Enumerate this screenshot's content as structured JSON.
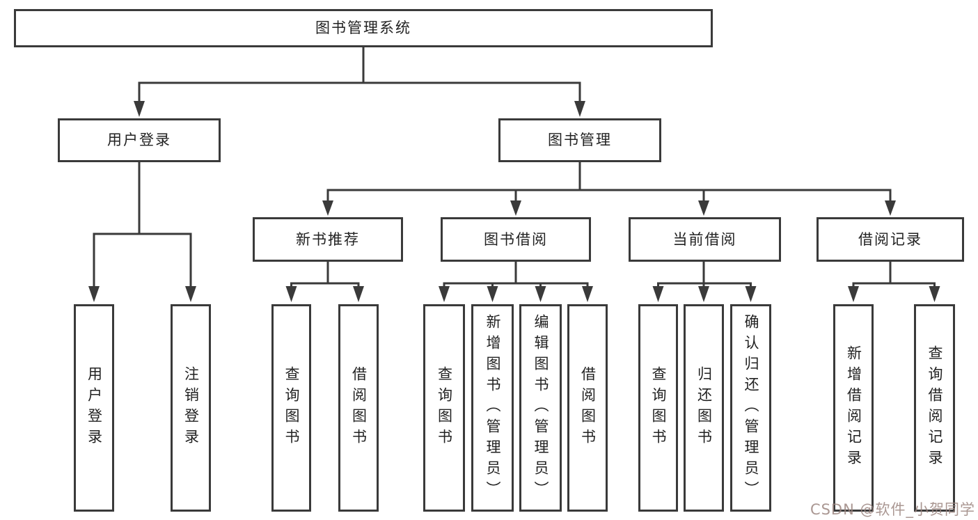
{
  "diagram": {
    "root": {
      "label": "图书管理系统"
    },
    "branches": [
      {
        "label": "用户登录",
        "children": [
          {
            "label": "用户登录"
          },
          {
            "label": "注销登录"
          }
        ]
      },
      {
        "label": "图书管理",
        "children": [
          {
            "label": "新书推荐",
            "children": [
              {
                "label": "查询图书"
              },
              {
                "label": "借阅图书"
              }
            ]
          },
          {
            "label": "图书借阅",
            "children": [
              {
                "label": "查询图书"
              },
              {
                "label": "新增图书（管理员）"
              },
              {
                "label": "编辑图书（管理员）"
              },
              {
                "label": "借阅图书"
              }
            ]
          },
          {
            "label": "当前借阅",
            "children": [
              {
                "label": "查询图书"
              },
              {
                "label": "归还图书"
              },
              {
                "label": "确认归还（管理员）"
              }
            ]
          },
          {
            "label": "借阅记录",
            "children": [
              {
                "label": "新增借阅记录"
              },
              {
                "label": "查询借阅记录"
              }
            ]
          }
        ]
      }
    ]
  },
  "watermark": {
    "text": "CSDN @软件_小贺同学"
  },
  "colors": {
    "line": "#3a3a3a",
    "text": "#222222",
    "watermark": "#9c8580",
    "bg": "#ffffff"
  }
}
